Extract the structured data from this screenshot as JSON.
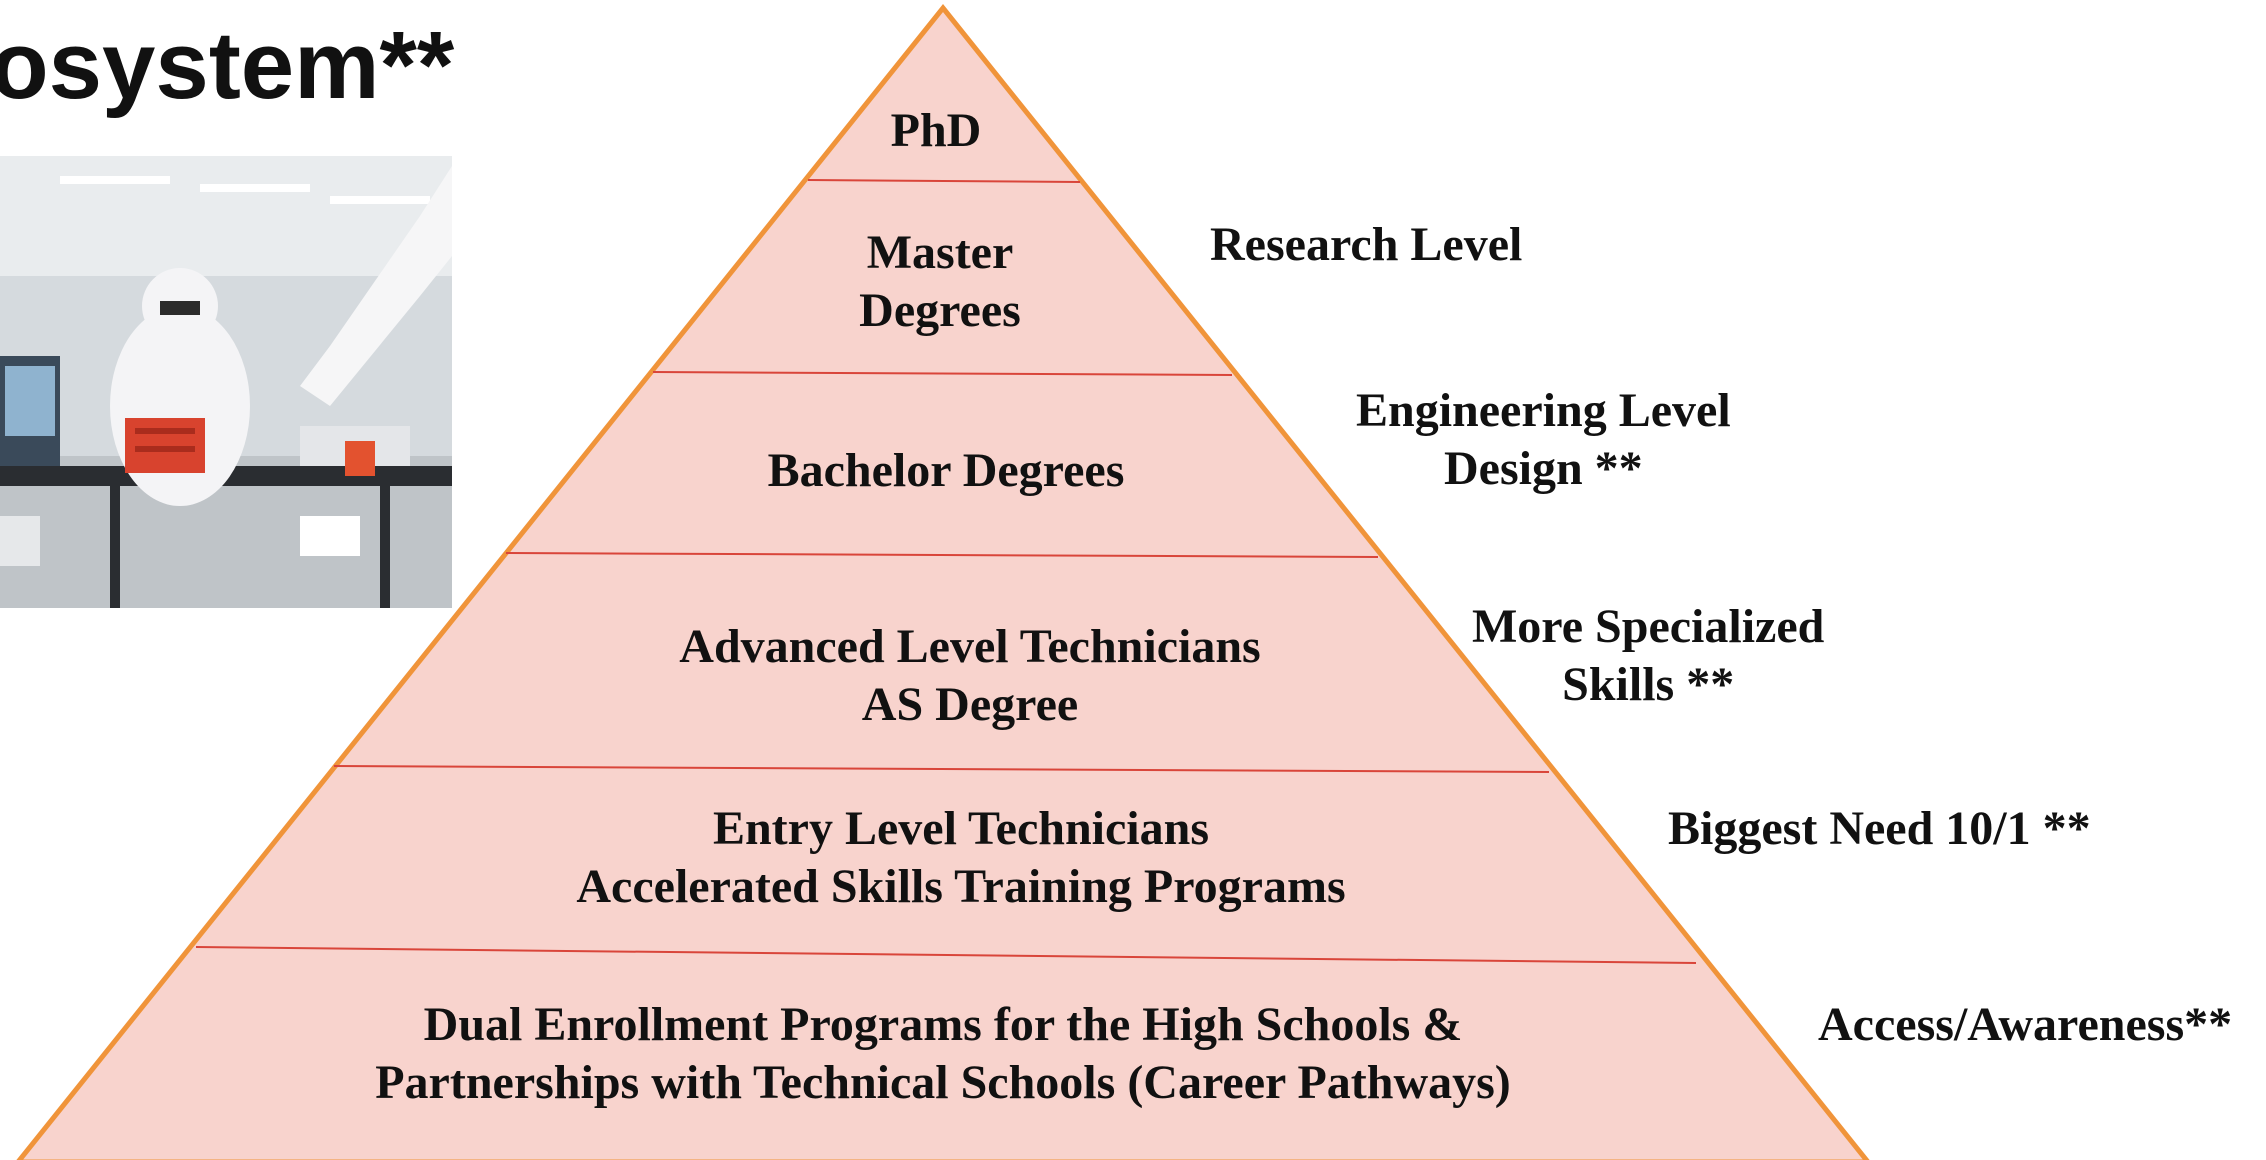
{
  "header": {
    "title": "osystem**"
  },
  "photo": {
    "description_icon": "cleanroom-photo"
  },
  "pyramid": {
    "tiers": [
      {
        "lines": [
          "PhD"
        ]
      },
      {
        "lines": [
          "Master",
          "Degrees"
        ]
      },
      {
        "lines": [
          "Bachelor Degrees"
        ]
      },
      {
        "lines": [
          "Advanced Level Technicians",
          "AS Degree"
        ]
      },
      {
        "lines": [
          "Entry Level Technicians",
          "Accelerated Skills Training Programs"
        ]
      },
      {
        "lines": [
          "Dual Enrollment Programs for the High Schools &",
          "Partnerships with Technical Schools (Career Pathways)"
        ]
      }
    ],
    "colors": {
      "fill": "#f8d3cd",
      "outline": "#f0943a",
      "divider": "#d9453a"
    }
  },
  "side_labels": [
    {
      "lines": [
        "Research Level"
      ]
    },
    {
      "lines": [
        "Engineering Level",
        "Design **"
      ]
    },
    {
      "lines": [
        "More Specialized",
        "Skills **"
      ]
    },
    {
      "lines": [
        "Biggest Need 10/1 **"
      ]
    },
    {
      "lines": [
        "Access/Awareness**"
      ]
    }
  ]
}
